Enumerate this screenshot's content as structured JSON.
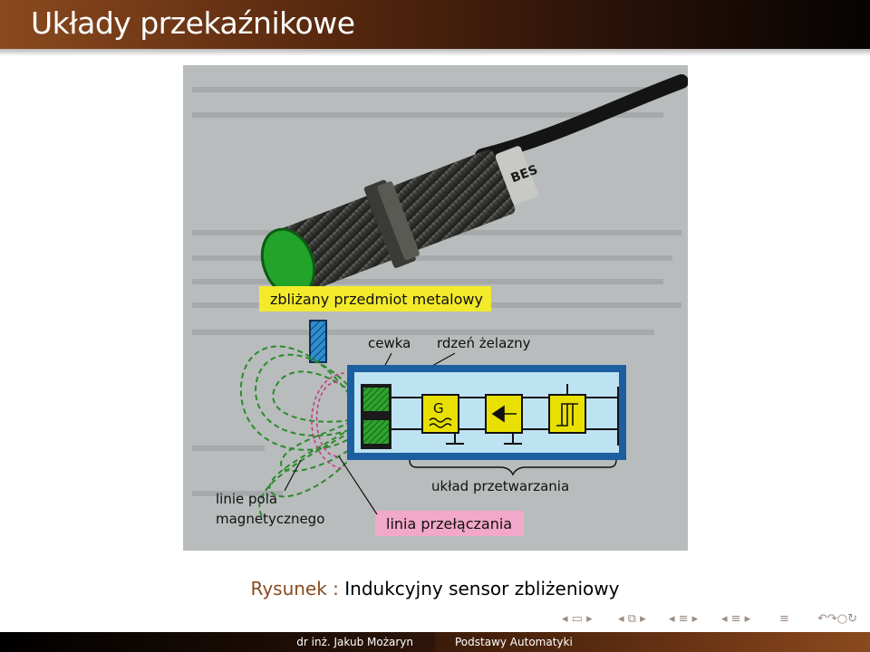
{
  "slide": {
    "title": "Układy przekaźnikowe"
  },
  "figure": {
    "callout_object": "zbliżany przedmiot metalowy",
    "label_coil": "cewka",
    "label_core": "rdzeń żelazny",
    "label_generator": "G",
    "label_processing": "układ przetwarzania",
    "label_field_lines_1": "linie pola",
    "label_field_lines_2": "magnetycznego",
    "callout_switch_line": "linia przełączania",
    "sensor_mark": "BES",
    "colors": {
      "background": "#b8bcbc",
      "callout_yellow": "#f3ea2c",
      "callout_pink": "#f2a8c8",
      "housing_blue": "#bde2f2",
      "block_yellow": "#e8e000",
      "coil_green": "#2fa32f",
      "field_green": "#2c8a2c"
    }
  },
  "caption": {
    "label": "Rysunek :",
    "text": "Indukcyjny sensor zbliżeniowy"
  },
  "footer": {
    "author": "dr inż. Jakub Możaryn",
    "course": "Podstawy Automatyki"
  },
  "nav": {
    "icons": [
      "nav-slide-icon",
      "nav-frame-icon",
      "nav-subsection-icon",
      "nav-section-icon",
      "nav-align-icon",
      "nav-search-icon"
    ]
  }
}
